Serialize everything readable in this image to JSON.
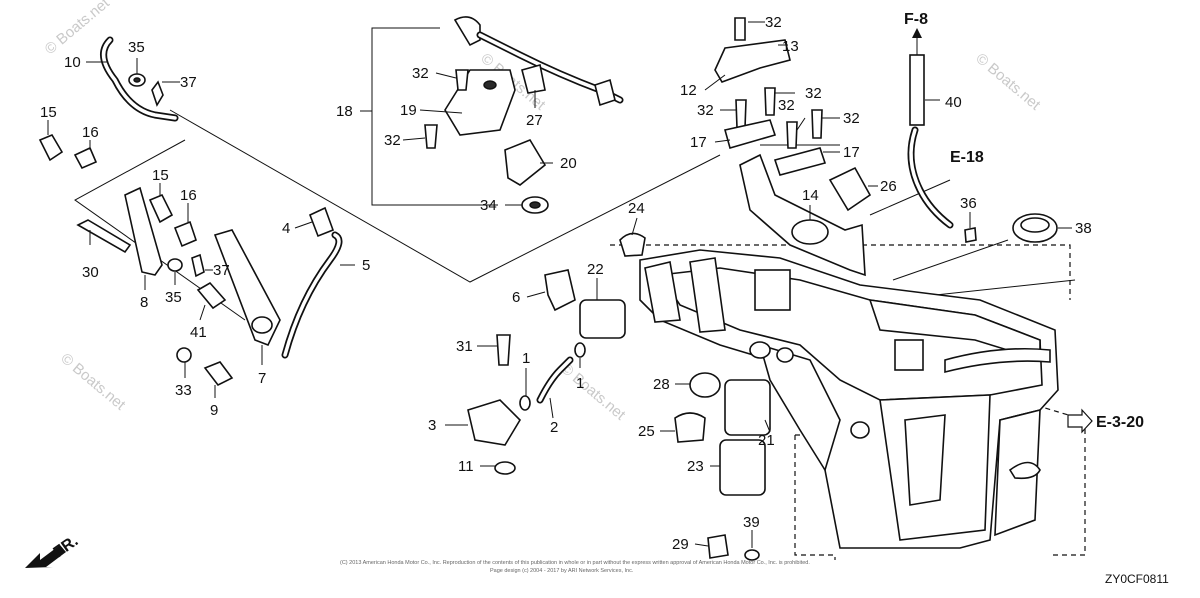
{
  "part_numbers": {
    "p1a": "1",
    "p1b": "1",
    "p2": "2",
    "p3": "3",
    "p4": "4",
    "p5": "5",
    "p6": "6",
    "p7": "7",
    "p8": "8",
    "p9": "9",
    "p10": "10",
    "p11": "11",
    "p12": "12",
    "p13": "13",
    "p14": "14",
    "p15a": "15",
    "p15b": "15",
    "p16a": "16",
    "p16b": "16",
    "p17a": "17",
    "p17b": "17",
    "p18": "18",
    "p19": "19",
    "p20": "20",
    "p21": "21",
    "p22": "22",
    "p23": "23",
    "p24": "24",
    "p25": "25",
    "p26": "26",
    "p27": "27",
    "p28": "28",
    "p29": "29",
    "p30": "30",
    "p31": "31",
    "p32a": "32",
    "p32b": "32",
    "p32c": "32",
    "p32d": "32",
    "p32e": "32",
    "p32f": "32",
    "p32g": "32",
    "p33": "33",
    "p34": "34",
    "p35a": "35",
    "p35b": "35",
    "p36": "36",
    "p37a": "37",
    "p37b": "37",
    "p38": "38",
    "p39": "39",
    "p40": "40",
    "p41": "41"
  },
  "references": {
    "f8": "F-8",
    "e18": "E-18",
    "e320": "E-3-20"
  },
  "front_indicator": "FR.",
  "diagram_code": "ZY0CF0811",
  "watermark": "© Boats.net",
  "copyright": {
    "line1": "(C) 2013 American Honda Motor Co., Inc. Reproduction of the contents of this publication in whole or in part without the express written approval of American Honda Motor Co., Inc. is prohibited.",
    "line2": "Page design (c) 2004 - 2017 by ARI Network Services, Inc."
  }
}
